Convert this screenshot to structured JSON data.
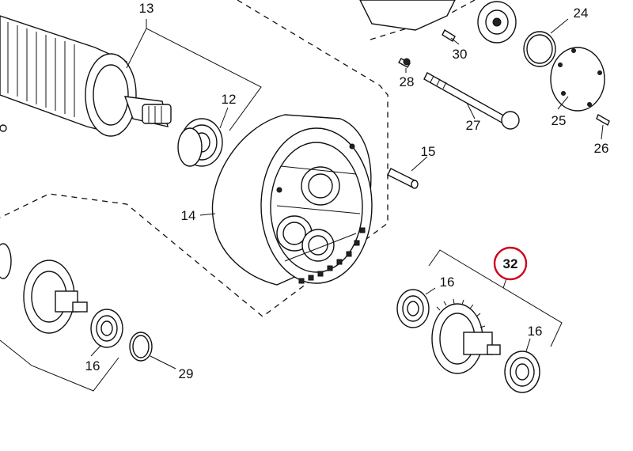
{
  "callouts": {
    "c13": "13",
    "c12": "12",
    "c14": "14",
    "c15": "15",
    "c16a": "16",
    "c16b": "16",
    "c16c": "16",
    "c24": "24",
    "c25": "25",
    "c26": "26",
    "c27": "27",
    "c28": "28",
    "c29": "29",
    "c30": "30",
    "c32": "32"
  },
  "highlight_color": "#d0021b"
}
